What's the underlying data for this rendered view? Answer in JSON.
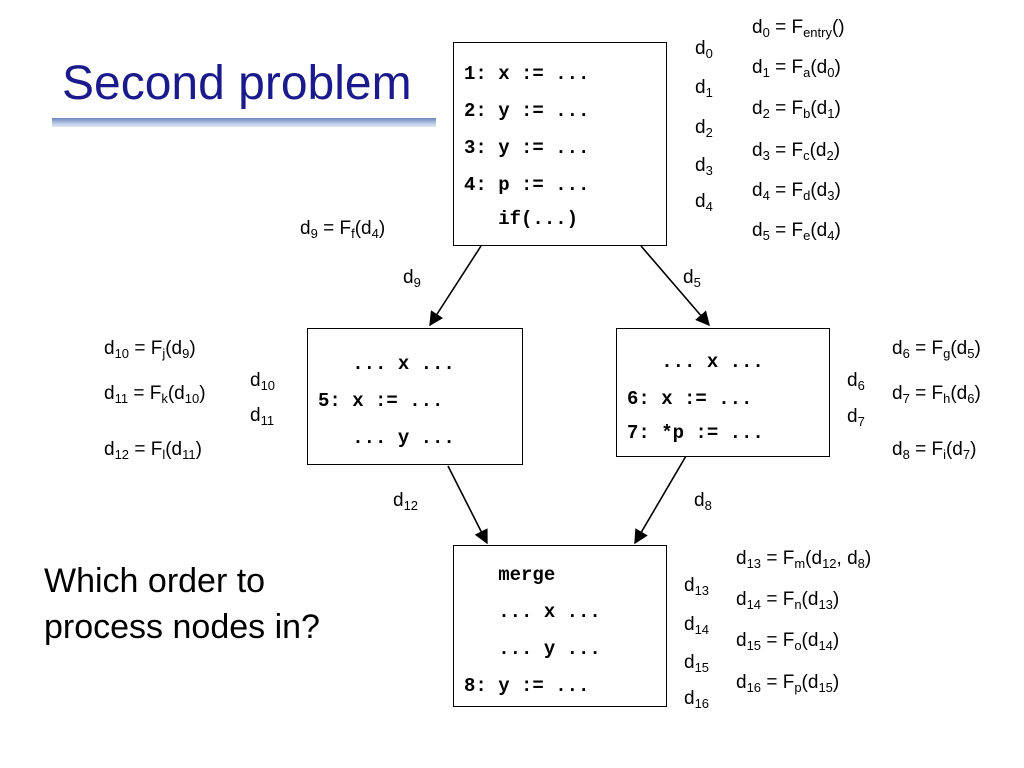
{
  "title": "Second problem",
  "question": "Which order to\nprocess nodes in?",
  "nodes": {
    "top": [
      "1: x := ...",
      "2: y := ...",
      "3: y := ...",
      "4: p := ...",
      "   if(...)"
    ],
    "left": [
      "   ... x ...",
      "5: x := ...",
      "   ... y ..."
    ],
    "right": [
      "   ... x ...",
      "6: x := ...",
      "7: *p := ..."
    ],
    "bottom": [
      "   merge",
      "   ... x ...",
      "   ... y ...",
      "8: y := ..."
    ]
  },
  "points": {
    "top": [
      "d0",
      "d1",
      "d2",
      "d3",
      "d4"
    ],
    "left": [
      "d10",
      "d11"
    ],
    "right": [
      "d6",
      "d7"
    ],
    "bottom": [
      "d13",
      "d14",
      "d15",
      "d16"
    ]
  },
  "edges": {
    "top_left": "d9",
    "top_right": "d5",
    "left_bottom": "d12",
    "right_bottom": "d8"
  },
  "equations": {
    "top": [
      "d0 = Fentry()",
      "d1 = Fa(d0)",
      "d2 = Fb(d1)",
      "d3 = Fc(d2)",
      "d4 = Fd(d3)",
      "d5 = Fe(d4)"
    ],
    "branch": "d9 = Ff(d4)",
    "left": [
      "d10 = Fj(d9)",
      "d11 = Fk(d10)",
      "d12 = Fl(d11)"
    ],
    "right": [
      "d6 = Fg(d5)",
      "d7 = Fh(d6)",
      "d8 = Fi(d7)"
    ],
    "bottom": [
      "d13 = Fm(d12, d8)",
      "d14 = Fn(d13)",
      "d15 = Fo(d14)",
      "d16 = Fp(d15)"
    ]
  }
}
